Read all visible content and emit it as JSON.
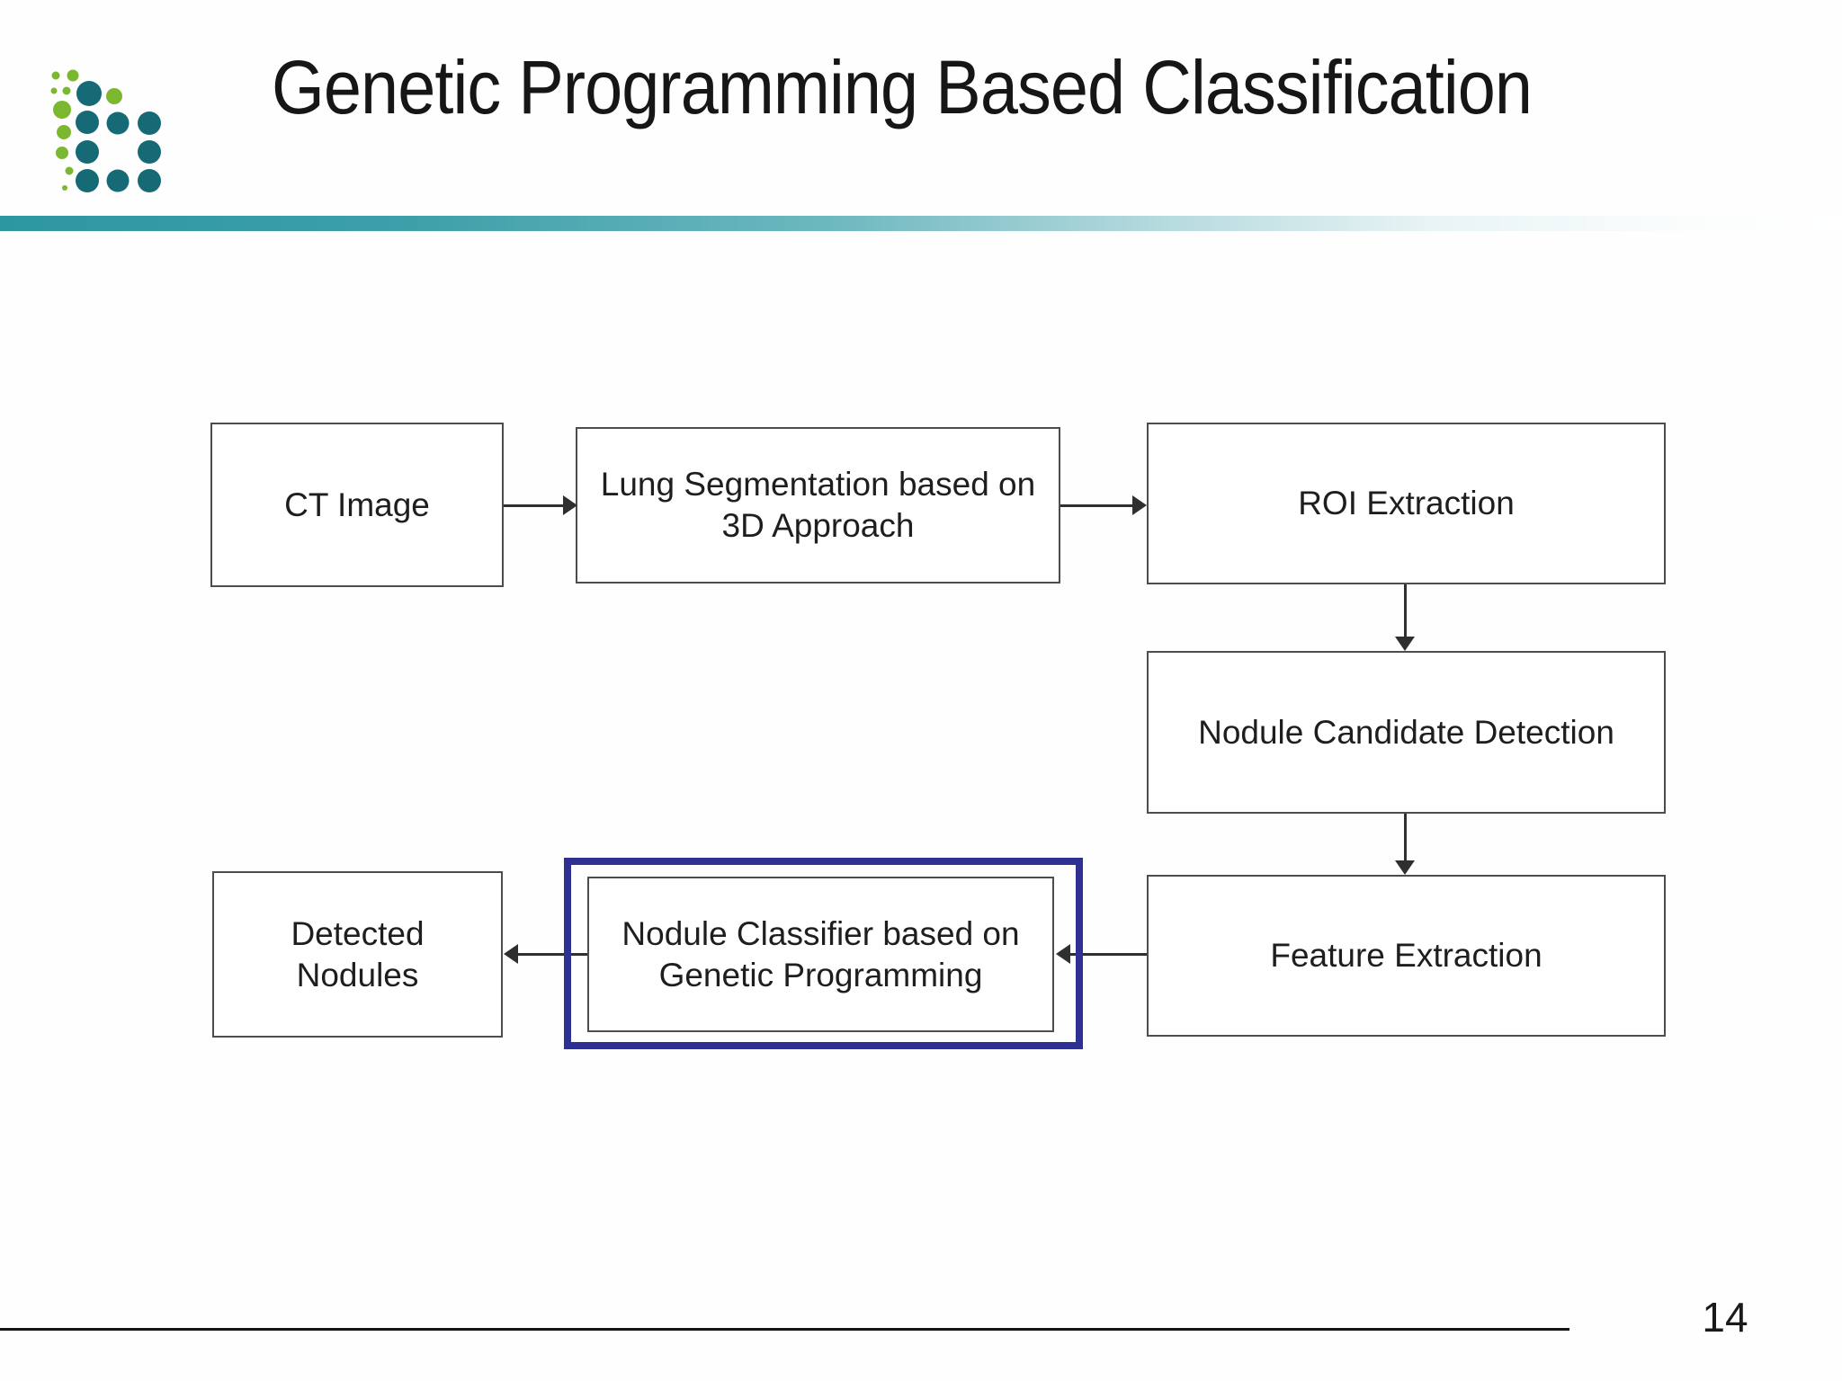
{
  "slide": {
    "title": "Genetic Programming Based Classification",
    "page_number": "14"
  },
  "logo": {
    "name": "dots-logo",
    "teal_color": "#156a76",
    "green_color": "#7cb82f"
  },
  "accent_bar_color": "#2d97a1",
  "flowchart": {
    "highlight_border_color": "#2e3192",
    "box_border_color": "#4d4d4d",
    "arrow_color": "#2f2f2f",
    "boxes": {
      "ct": {
        "label": "CT Image"
      },
      "lung": {
        "line1": "Lung Segmentation based on",
        "line2": "3D Approach"
      },
      "roi": {
        "label": "ROI Extraction"
      },
      "ncd": {
        "label": "Nodule Candidate Detection"
      },
      "fe": {
        "label": "Feature Extraction"
      },
      "classifier": {
        "line1": "Nodule Classifier based on",
        "line2": "Genetic Programming"
      },
      "detected": {
        "line1": "Detected",
        "line2": "Nodules"
      }
    }
  }
}
